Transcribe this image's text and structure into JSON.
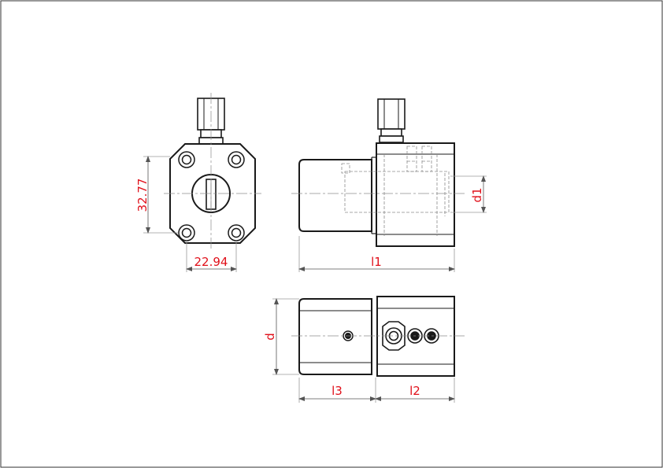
{
  "drawing": {
    "line_color": "#1a1a1a",
    "hidden_line_color": "#8c8c8c",
    "dimension_color": "#9a9a9a",
    "dimension_text_color": "#e0101a",
    "background": "#ffffff"
  },
  "dimensions": {
    "height_front": "32.77",
    "width_front": "22.94",
    "length_total": "l1",
    "diameter_bore": "d1",
    "diameter_shank": "d",
    "length_shank": "l3",
    "length_body": "l2"
  }
}
